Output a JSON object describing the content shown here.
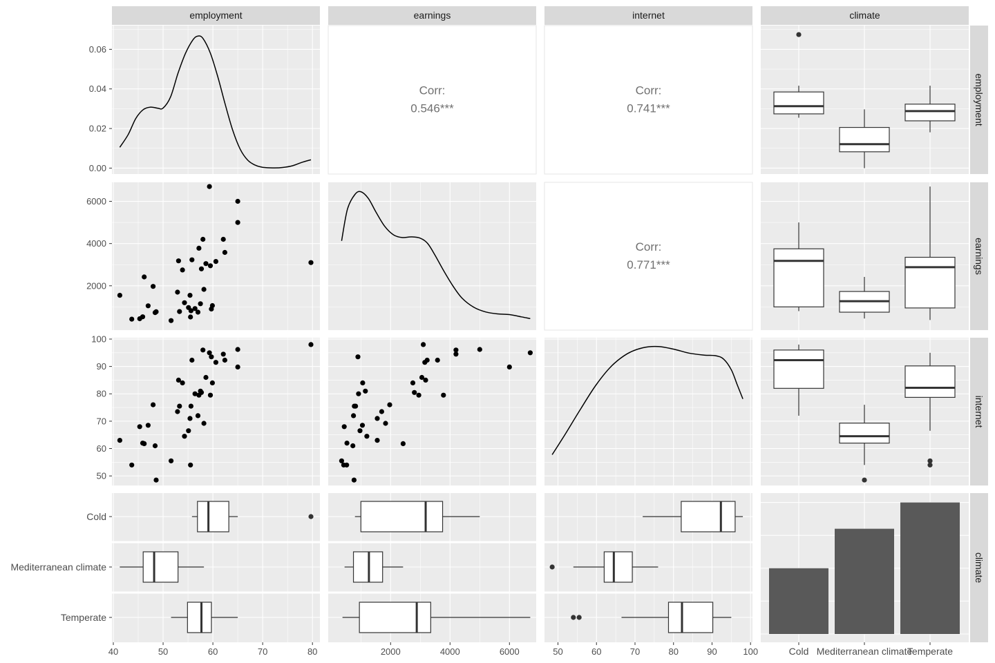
{
  "chart_data": {
    "type": "scatter",
    "variables": [
      "employment",
      "earnings",
      "internet",
      "climate"
    ],
    "categories": [
      "Cold",
      "Mediterranean climate",
      "Temperate"
    ],
    "ranges": {
      "employment": [
        40,
        81.5
      ],
      "earnings": [
        -100,
        6900
      ],
      "internet": [
        46.5,
        100.5
      ]
    },
    "ticks": {
      "employment": [
        40,
        50,
        60,
        70,
        80
      ],
      "earnings_x": [
        2000,
        4000,
        6000
      ],
      "earnings_y": [
        2000,
        4000,
        6000
      ],
      "internet": [
        50,
        60,
        70,
        80,
        90,
        100
      ],
      "employment_density_y": [
        0.0,
        0.02,
        0.04,
        0.06
      ]
    },
    "tick_labels": {
      "employment": [
        "40",
        "50",
        "60",
        "70",
        "80"
      ],
      "earnings": [
        "2000",
        "4000",
        "6000"
      ],
      "internet_x": [
        "50",
        "60",
        "70",
        "80",
        "90",
        "100"
      ],
      "internet_y": [
        "50",
        "60",
        "70",
        "80",
        "90",
        "100"
      ],
      "density": [
        "0.00",
        "0.02",
        "0.04",
        "0.06"
      ]
    },
    "density_y_range": [
      -0.003,
      0.072
    ],
    "correlations": [
      {
        "row": "employment",
        "col": "earnings",
        "label": "Corr:",
        "value": "0.546***"
      },
      {
        "row": "employment",
        "col": "internet",
        "label": "Corr:",
        "value": "0.741***"
      },
      {
        "row": "earnings",
        "col": "internet",
        "label": "Corr:",
        "value": "0.771***"
      }
    ],
    "points": [
      {
        "employment": 41.3,
        "earnings": 1550,
        "internet": 63.0,
        "climate": "Mediterranean climate"
      },
      {
        "employment": 43.7,
        "earnings": 420,
        "internet": 54.0,
        "climate": "Mediterranean climate"
      },
      {
        "employment": 45.3,
        "earnings": 440,
        "internet": 68.0,
        "climate": "Mediterranean climate"
      },
      {
        "employment": 45.9,
        "earnings": 530,
        "internet": 62.0,
        "climate": "Mediterranean climate"
      },
      {
        "employment": 46.2,
        "earnings": 2420,
        "internet": 61.8,
        "climate": "Mediterranean climate"
      },
      {
        "employment": 47.0,
        "earnings": 1050,
        "internet": 68.5,
        "climate": "Mediterranean climate"
      },
      {
        "employment": 48.0,
        "earnings": 1970,
        "internet": 76.0,
        "climate": "Mediterranean climate"
      },
      {
        "employment": 48.4,
        "earnings": 730,
        "internet": 61.0,
        "climate": "Mediterranean climate"
      },
      {
        "employment": 48.6,
        "earnings": 770,
        "internet": 48.5,
        "climate": "Mediterranean climate"
      },
      {
        "employment": 51.6,
        "earnings": 350,
        "internet": 55.5,
        "climate": "Mediterranean climate"
      },
      {
        "employment": 52.9,
        "earnings": 1700,
        "internet": 73.5,
        "climate": "Mediterranean climate"
      },
      {
        "employment": 53.1,
        "earnings": 3180,
        "internet": 85.0,
        "climate": "Temperate"
      },
      {
        "employment": 53.3,
        "earnings": 780,
        "internet": 75.5,
        "climate": "Temperate"
      },
      {
        "employment": 53.9,
        "earnings": 2750,
        "internet": 84.0,
        "climate": "Temperate"
      },
      {
        "employment": 54.3,
        "earnings": 1200,
        "internet": 64.5,
        "climate": "Mediterranean climate"
      },
      {
        "employment": 55.1,
        "earnings": 970,
        "internet": 66.5,
        "climate": "Mediterranean climate"
      },
      {
        "employment": 55.4,
        "earnings": 1550,
        "internet": 71.0,
        "climate": "Temperate"
      },
      {
        "employment": 55.5,
        "earnings": 520,
        "internet": 54.0,
        "climate": "Temperate"
      },
      {
        "employment": 55.6,
        "earnings": 820,
        "internet": 75.5,
        "climate": "Mediterranean climate"
      },
      {
        "employment": 55.8,
        "earnings": 3230,
        "internet": 92.3,
        "climate": "Cold"
      },
      {
        "employment": 56.4,
        "earnings": 920,
        "internet": 80.0,
        "climate": "Temperate"
      },
      {
        "employment": 57.0,
        "earnings": 750,
        "internet": 72.0,
        "climate": "Temperate"
      },
      {
        "employment": 57.2,
        "earnings": 3780,
        "internet": 79.5,
        "climate": "Cold"
      },
      {
        "employment": 57.5,
        "earnings": 1150,
        "internet": 81.0,
        "climate": "Mediterranean climate"
      },
      {
        "employment": 57.7,
        "earnings": 2800,
        "internet": 80.5,
        "climate": "Temperate"
      },
      {
        "employment": 58.0,
        "earnings": 4200,
        "internet": 96.0,
        "climate": "Cold"
      },
      {
        "employment": 58.2,
        "earnings": 1830,
        "internet": 69.2,
        "climate": "Temperate"
      },
      {
        "employment": 58.6,
        "earnings": 3050,
        "internet": 86.0,
        "climate": "Temperate"
      },
      {
        "employment": 59.3,
        "earnings": 6700,
        "internet": 95.0,
        "climate": "Temperate"
      },
      {
        "employment": 59.5,
        "earnings": 2950,
        "internet": 79.5,
        "climate": "Cold"
      },
      {
        "employment": 59.7,
        "earnings": 900,
        "internet": 93.5,
        "climate": "Cold"
      },
      {
        "employment": 59.9,
        "earnings": 1060,
        "internet": 84.0,
        "climate": "Temperate"
      },
      {
        "employment": 60.6,
        "earnings": 3150,
        "internet": 91.5,
        "climate": "Cold"
      },
      {
        "employment": 62.1,
        "earnings": 4200,
        "internet": 94.5,
        "climate": "Temperate"
      },
      {
        "employment": 62.4,
        "earnings": 3580,
        "internet": 92.3,
        "climate": "Cold"
      },
      {
        "employment": 65.0,
        "earnings": 6000,
        "internet": 89.8,
        "climate": "Temperate"
      },
      {
        "employment": 65.0,
        "earnings": 5000,
        "internet": 96.2,
        "climate": "Cold"
      },
      {
        "employment": 79.7,
        "earnings": 3100,
        "internet": 98.0,
        "climate": "Cold"
      }
    ],
    "densities": {
      "employment": {
        "y_range": [
          -0.003,
          0.072
        ],
        "points": [
          [
            41.3,
            0.0105
          ],
          [
            43.0,
            0.017
          ],
          [
            44.5,
            0.025
          ],
          [
            46.0,
            0.0295
          ],
          [
            47.5,
            0.0308
          ],
          [
            49.0,
            0.0302
          ],
          [
            50.0,
            0.0303
          ],
          [
            51.5,
            0.036
          ],
          [
            53.0,
            0.048
          ],
          [
            54.5,
            0.058
          ],
          [
            56.0,
            0.0648
          ],
          [
            57.0,
            0.0667
          ],
          [
            58.0,
            0.0655
          ],
          [
            59.5,
            0.058
          ],
          [
            61.0,
            0.046
          ],
          [
            62.5,
            0.032
          ],
          [
            64.0,
            0.019
          ],
          [
            65.5,
            0.0095
          ],
          [
            67.0,
            0.004
          ],
          [
            68.5,
            0.0015
          ],
          [
            70.0,
            0.0004
          ],
          [
            72.0,
            0.0001
          ],
          [
            74.0,
            0.0003
          ],
          [
            76.0,
            0.0012
          ],
          [
            78.0,
            0.003
          ],
          [
            79.7,
            0.0042
          ]
        ]
      },
      "earnings": {
        "points": [
          [
            350,
            0.62
          ],
          [
            550,
            0.86
          ],
          [
            800,
            0.97
          ],
          [
            1000,
            0.99
          ],
          [
            1250,
            0.94
          ],
          [
            1500,
            0.84
          ],
          [
            1800,
            0.73
          ],
          [
            2100,
            0.665
          ],
          [
            2400,
            0.645
          ],
          [
            2700,
            0.65
          ],
          [
            3000,
            0.64
          ],
          [
            3250,
            0.6
          ],
          [
            3500,
            0.51
          ],
          [
            3800,
            0.39
          ],
          [
            4100,
            0.28
          ],
          [
            4400,
            0.19
          ],
          [
            4800,
            0.12
          ],
          [
            5200,
            0.085
          ],
          [
            5600,
            0.07
          ],
          [
            6000,
            0.065
          ],
          [
            6400,
            0.048
          ],
          [
            6700,
            0.035
          ]
        ]
      },
      "internet": {
        "points": [
          [
            48.5,
            0.18
          ],
          [
            52.0,
            0.34
          ],
          [
            56.0,
            0.53
          ],
          [
            60.0,
            0.71
          ],
          [
            64.0,
            0.85
          ],
          [
            68.0,
            0.94
          ],
          [
            72.0,
            0.985
          ],
          [
            76.0,
            0.995
          ],
          [
            80.0,
            0.975
          ],
          [
            84.0,
            0.945
          ],
          [
            88.0,
            0.93
          ],
          [
            91.0,
            0.925
          ],
          [
            93.0,
            0.9
          ],
          [
            95.0,
            0.82
          ],
          [
            96.5,
            0.71
          ],
          [
            98.0,
            0.6
          ]
        ]
      }
    },
    "boxplots": {
      "employment": [
        {
          "group": "Cold",
          "min": 55.8,
          "q1": 56.9,
          "median": 59.1,
          "q3": 63.2,
          "max": 65.0,
          "outliers": [
            79.7
          ]
        },
        {
          "group": "Mediterranean climate",
          "min": 41.3,
          "q1": 46.0,
          "median": 48.2,
          "q3": 53.0,
          "max": 58.2,
          "outliers": []
        },
        {
          "group": "Temperate",
          "min": 51.6,
          "q1": 54.9,
          "median": 57.7,
          "q3": 59.7,
          "max": 65.0,
          "outliers": []
        }
      ],
      "earnings": [
        {
          "group": "Cold",
          "min": 800,
          "q1": 1000,
          "median": 3180,
          "q3": 3750,
          "max": 5000,
          "outliers": []
        },
        {
          "group": "Mediterranean climate",
          "min": 450,
          "q1": 750,
          "median": 1270,
          "q3": 1730,
          "max": 2420,
          "outliers": []
        },
        {
          "group": "Temperate",
          "min": 380,
          "q1": 950,
          "median": 2880,
          "q3": 3350,
          "max": 6700,
          "outliers": []
        }
      ],
      "internet": [
        {
          "group": "Cold",
          "min": 72.0,
          "q1": 82.0,
          "median": 92.3,
          "q3": 96.0,
          "max": 98.0,
          "outliers": []
        },
        {
          "group": "Mediterranean climate",
          "min": 54.0,
          "q1": 62.0,
          "median": 64.5,
          "q3": 69.3,
          "max": 76.0,
          "outliers": [
            48.5
          ]
        },
        {
          "group": "Temperate",
          "min": 66.5,
          "q1": 78.7,
          "median": 82.2,
          "q3": 90.2,
          "max": 95.0,
          "outliers": [
            54.0,
            55.5
          ]
        }
      ]
    },
    "bar_counts": {
      "categories": [
        "Cold",
        "Mediterranean climate",
        "Temperate"
      ],
      "values": [
        10,
        16,
        20
      ],
      "ylim": [
        0,
        21
      ]
    },
    "grid": true,
    "colors": {
      "panel": "#ebebeb",
      "grid": "#ffffff",
      "strip": "#d9d9d9",
      "strip_text": "#1a1a1a",
      "axis_text": "#4d4d4d",
      "corr_text": "#707070",
      "bar": "#595959",
      "ink": "#000000"
    }
  }
}
